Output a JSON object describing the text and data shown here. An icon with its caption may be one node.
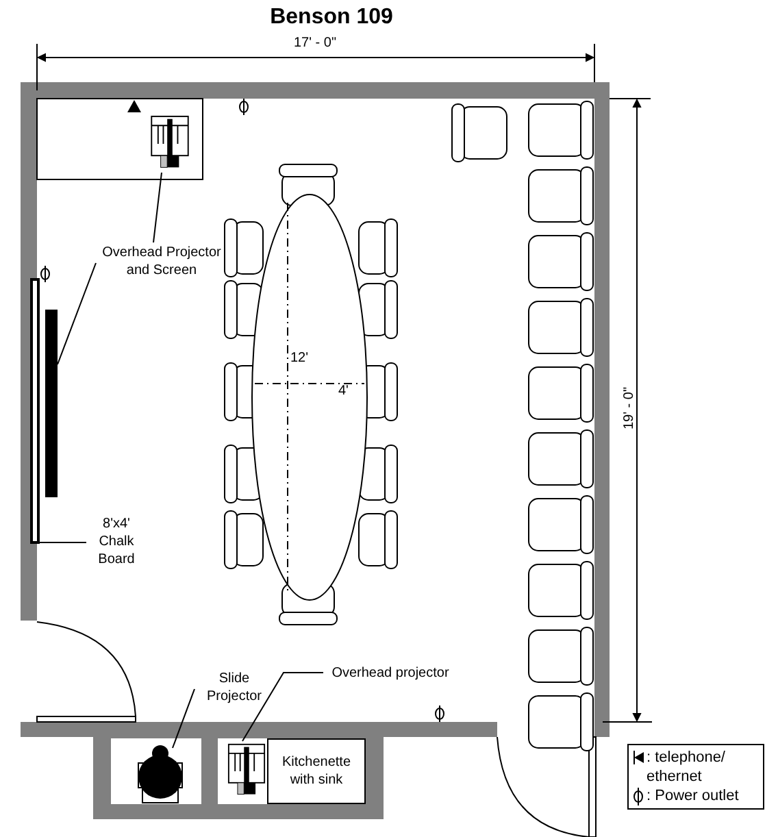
{
  "diagram": {
    "title": "Benson 109",
    "nodes": [
      {
        "text": [
          "Overhead Projector and Screen"
        ]
      },
      {
        "text": [],
        "shape": "picture"
      },
      {
        "text": [],
        "shape": "bar"
      },
      {
        "text": [
          "8'x4' Chalk Board"
        ]
      },
      {
        "text": [],
        "shape": "bar"
      },
      {
        "text": [
          "Slide Projector"
        ]
      },
      {
        "text": [],
        "shape": "picture"
      },
      {
        "text": [
          "Overhead projector"
        ]
      },
      {
        "text": [],
        "shape": "picture"
      },
      {
        "text": [
          "Kitchenette with sink"
        ]
      }
    ],
    "edges": [
      {
        "from": 0,
        "to": 1,
        "arrow": "none"
      },
      {
        "from": 0,
        "to": 4,
        "arrow": "none"
      },
      {
        "from": 3,
        "to": 2,
        "arrow": "none"
      },
      {
        "from": 5,
        "to": 6,
        "arrow": "none"
      },
      {
        "from": 7,
        "to": 8,
        "arrow": "none"
      }
    ],
    "labels": [
      "17' - 0\"",
      "19' - 0\"",
      "12'",
      "4'"
    ],
    "legend": [
      {
        "text": ": telephone/ ethernet"
      },
      {
        "text": ": Power outlet"
      }
    ]
  }
}
